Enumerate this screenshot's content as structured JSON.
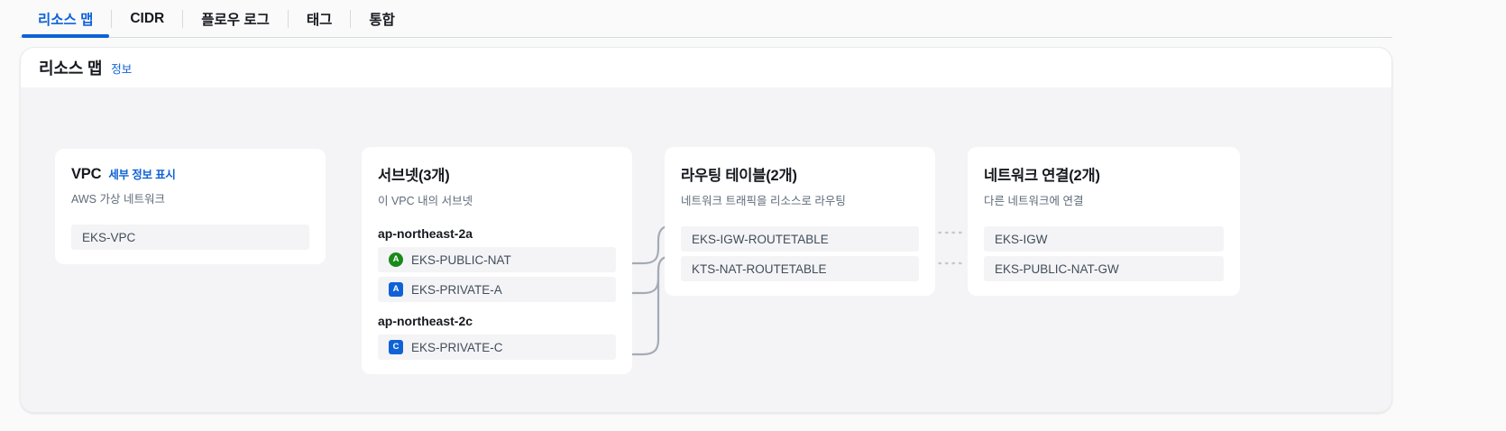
{
  "tabs": [
    {
      "label": "리소스 맵",
      "active": true
    },
    {
      "label": "CIDR",
      "active": false
    },
    {
      "label": "플로우 로그",
      "active": false
    },
    {
      "label": "태그",
      "active": false
    },
    {
      "label": "통합",
      "active": false
    }
  ],
  "panel": {
    "title": "리소스 맵",
    "info_label": "정보"
  },
  "cards": {
    "vpc": {
      "title": "VPC",
      "detail_link": "세부 정보 표시",
      "subtitle": "AWS 가상 네트워크",
      "items": [
        {
          "label": "EKS-VPC"
        }
      ]
    },
    "subnets": {
      "title": "서브넷(3개)",
      "subtitle": "이 VPC 내의 서브넷",
      "groups": [
        {
          "az": "ap-northeast-2a",
          "items": [
            {
              "label": "EKS-PUBLIC-NAT",
              "badge": "A",
              "badge_type": "public"
            },
            {
              "label": "EKS-PRIVATE-A",
              "badge": "A",
              "badge_type": "private"
            }
          ]
        },
        {
          "az": "ap-northeast-2c",
          "items": [
            {
              "label": "EKS-PRIVATE-C",
              "badge": "C",
              "badge_type": "private"
            }
          ]
        }
      ]
    },
    "routes": {
      "title": "라우팅 테이블(2개)",
      "subtitle": "네트워크 트래픽을 리소스로 라우팅",
      "items": [
        {
          "label": "EKS-IGW-ROUTETABLE"
        },
        {
          "label": "KTS-NAT-ROUTETABLE"
        }
      ]
    },
    "network": {
      "title": "네트워크 연결(2개)",
      "subtitle": "다른 네트워크에 연결",
      "items": [
        {
          "label": "EKS-IGW"
        },
        {
          "label": "EKS-PUBLIC-NAT-GW"
        }
      ]
    }
  },
  "colors": {
    "accent": "#0f62d6",
    "public_badge": "#1a8a1a",
    "private_badge": "#0f62d6",
    "item_bg": "#f4f4f6",
    "connector": "#a4abb6"
  }
}
